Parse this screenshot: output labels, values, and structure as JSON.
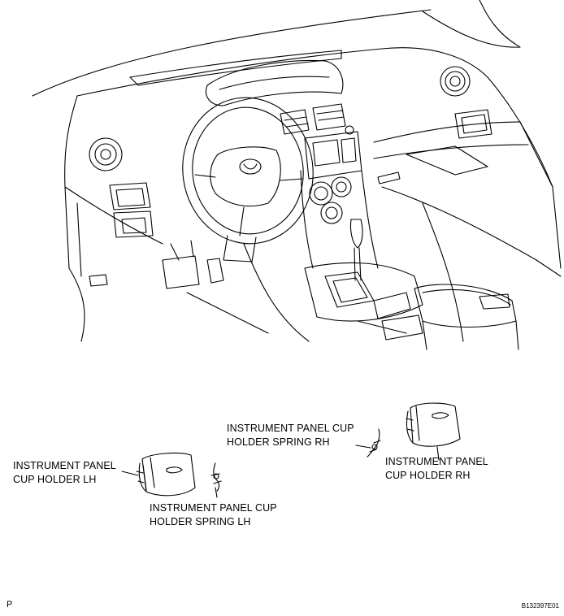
{
  "labels": {
    "cup_holder_lh": [
      "INSTRUMENT PANEL",
      "CUP HOLDER LH"
    ],
    "spring_lh": [
      "INSTRUMENT PANEL CUP",
      "HOLDER SPRING LH"
    ],
    "spring_rh": [
      "INSTRUMENT PANEL CUP",
      "HOLDER SPRING RH"
    ],
    "cup_holder_rh": [
      "INSTRUMENT PANEL",
      "CUP HOLDER RH"
    ]
  },
  "footer": {
    "left_mark": "P",
    "figure_code": "B132397E01"
  },
  "colors": {
    "line": "#000000",
    "background": "#ffffff"
  }
}
